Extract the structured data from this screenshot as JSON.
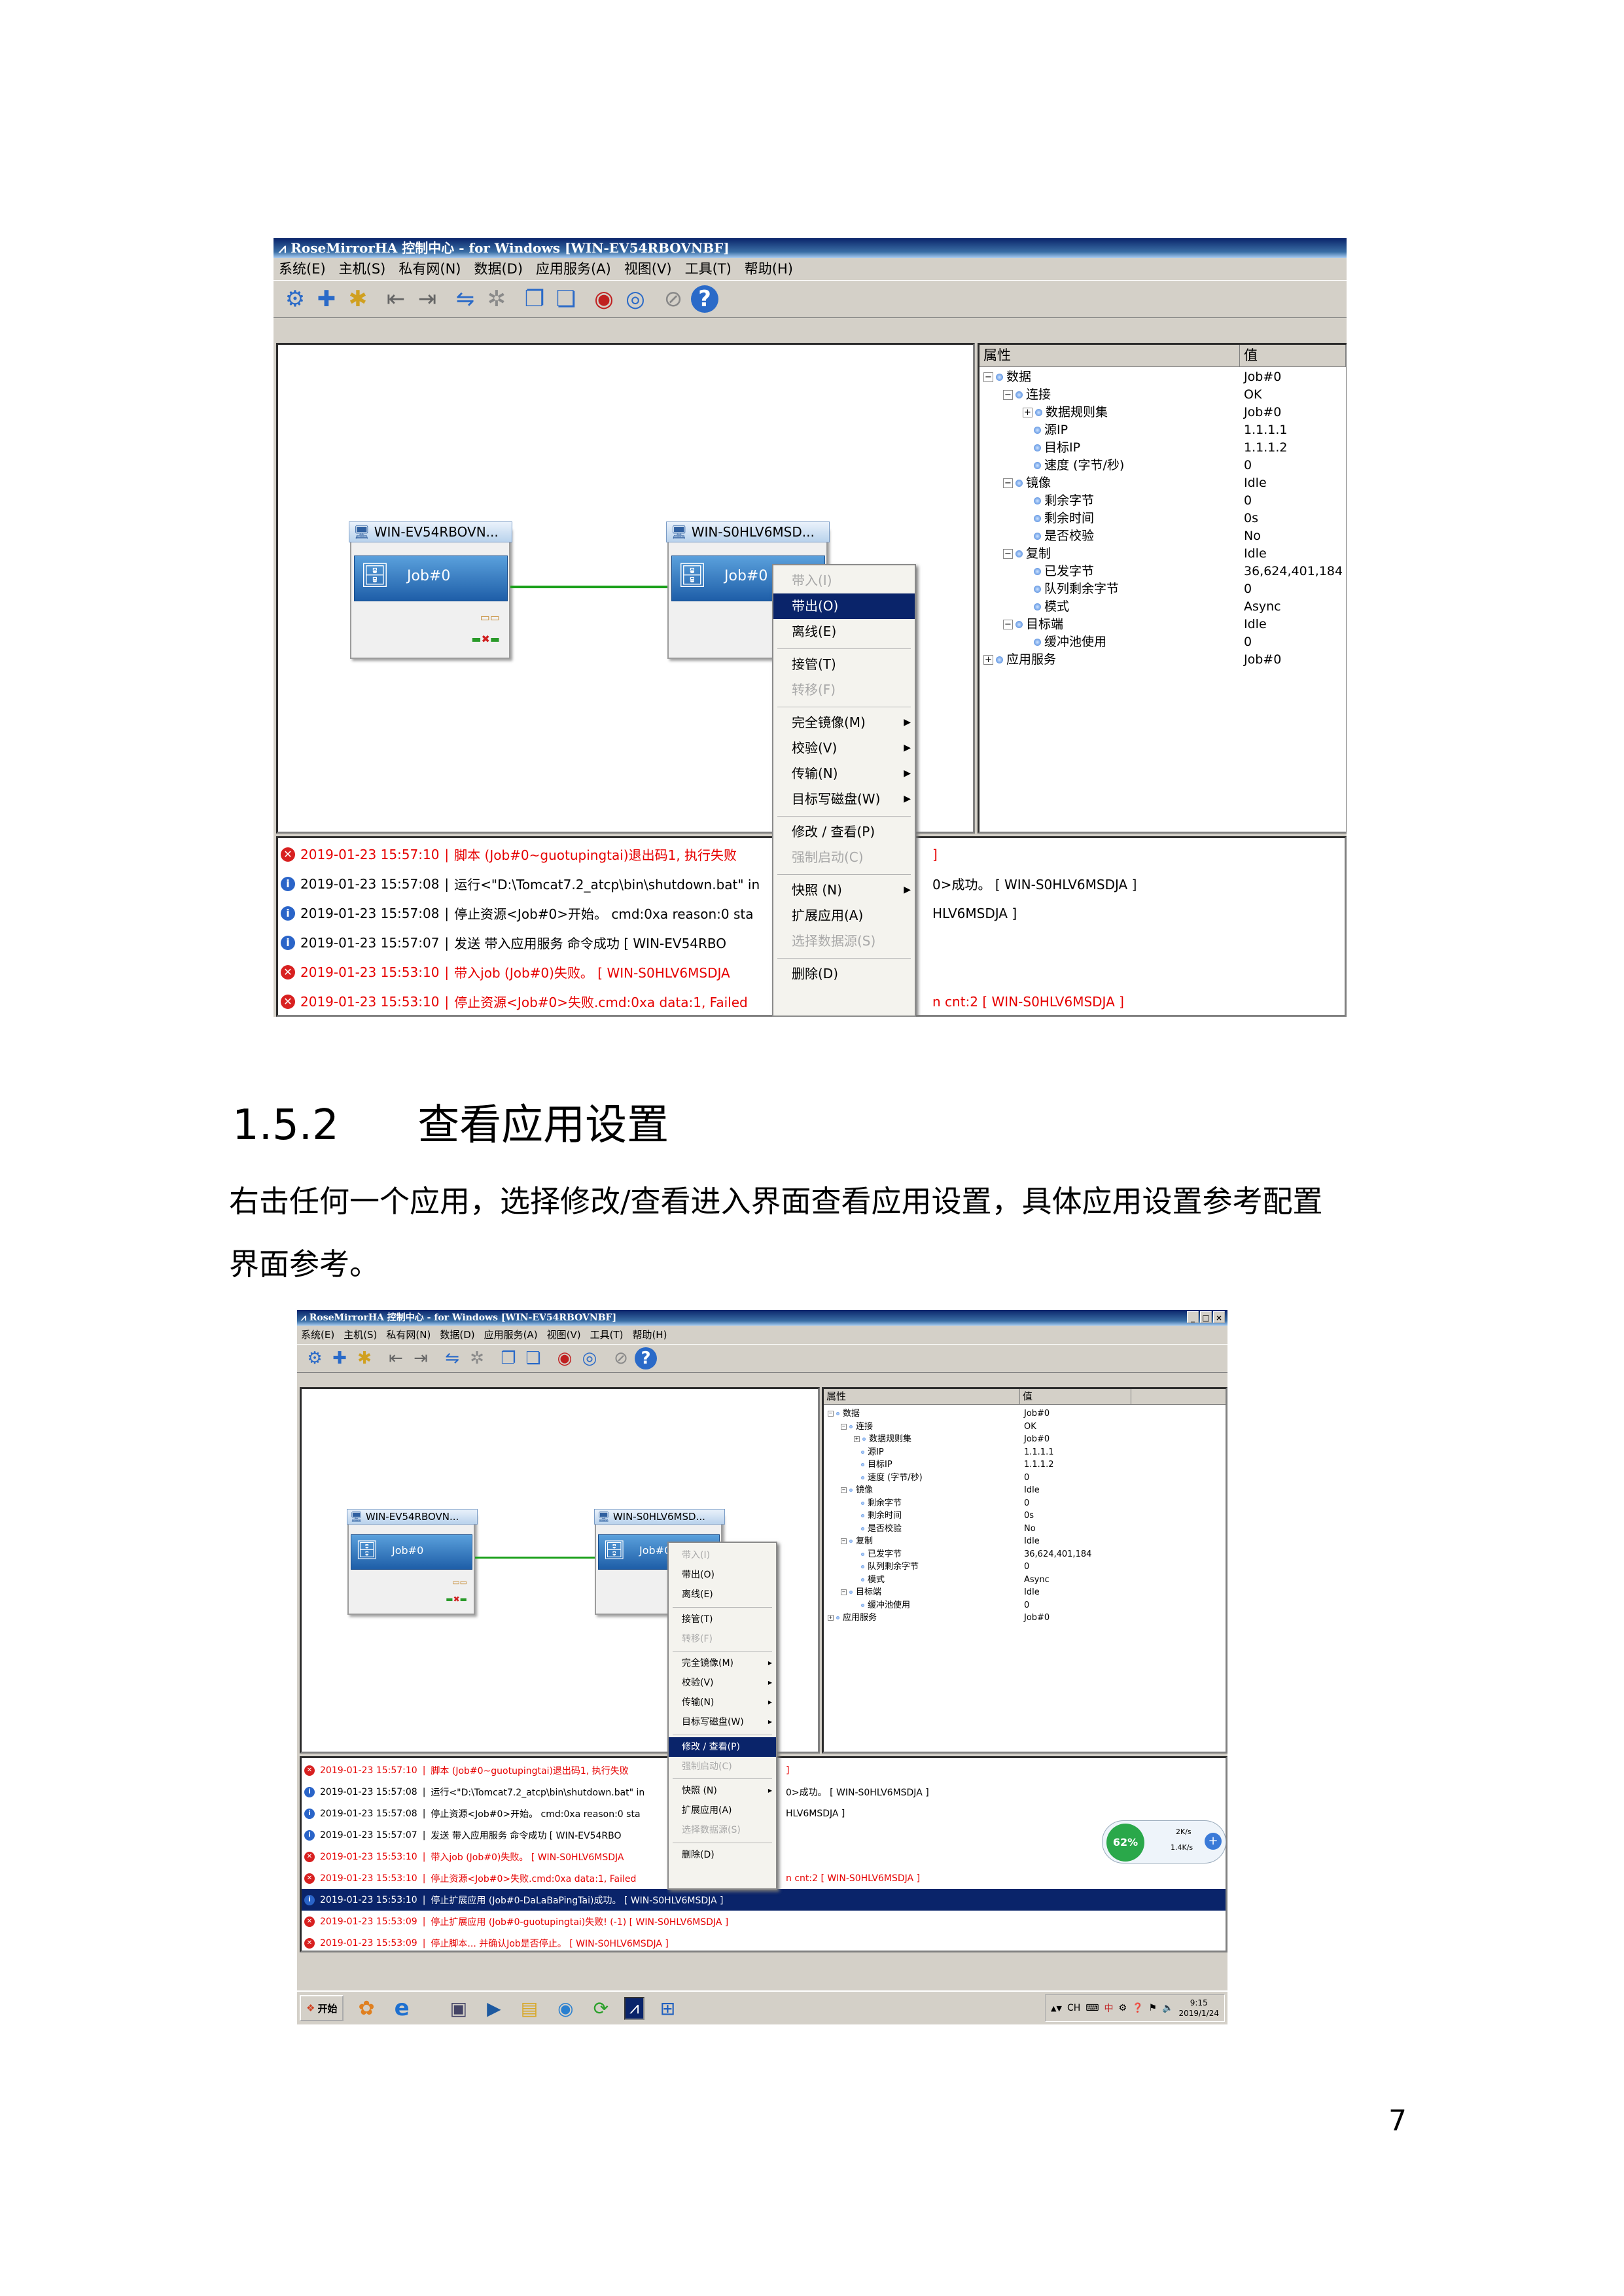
{
  "window_title": "RoseMirrorHA 控制中心   -  for Windows  [WIN-EV54RBOVNBF]",
  "menu": [
    "系统(E)",
    "主机(S)",
    "私有网(N)",
    "数据(D)",
    "应用服务(A)",
    "视图(V)",
    "工具(T)",
    "帮助(H)"
  ],
  "toolbar_icons": [
    "host-connect-icon",
    "add-host-icon",
    "network-icon",
    "import-icon",
    "export-icon",
    "sync-icon",
    "config-icon",
    "copy-icon",
    "paste-icon",
    "mirror-icon",
    "status-icon",
    "stop-icon",
    "help-icon"
  ],
  "nodes": [
    {
      "host": "WIN-EV54RBOVN...",
      "job": "Job#0"
    },
    {
      "host": "WIN-S0HLV6MSD...",
      "job": "Job#0"
    }
  ],
  "properties": {
    "header": {
      "name": "属性",
      "value": "值"
    },
    "rows": [
      {
        "label": "数据",
        "value": "Job#0",
        "level": 0,
        "toggle": "−"
      },
      {
        "label": "连接",
        "value": "OK",
        "level": 1,
        "toggle": "−"
      },
      {
        "label": "数据规则集",
        "value": "Job#0",
        "level": 2,
        "toggle": "+"
      },
      {
        "label": "源IP",
        "value": "1.1.1.1",
        "level": 2,
        "toggle": ""
      },
      {
        "label": "目标IP",
        "value": "1.1.1.2",
        "level": 2,
        "toggle": ""
      },
      {
        "label": "速度 (字节/秒)",
        "value": "0",
        "level": 2,
        "toggle": ""
      },
      {
        "label": "镜像",
        "value": "Idle",
        "level": 1,
        "toggle": "−"
      },
      {
        "label": "剩余字节",
        "value": "0",
        "level": 2,
        "toggle": ""
      },
      {
        "label": "剩余时间",
        "value": "0s",
        "level": 2,
        "toggle": ""
      },
      {
        "label": "是否校验",
        "value": "No",
        "level": 2,
        "toggle": ""
      },
      {
        "label": "复制",
        "value": "Idle",
        "level": 1,
        "toggle": "−"
      },
      {
        "label": "已发字节",
        "value": "36,624,401,184",
        "level": 2,
        "toggle": ""
      },
      {
        "label": "队列剩余字节",
        "value": "0",
        "level": 2,
        "toggle": ""
      },
      {
        "label": "模式",
        "value": "Async",
        "level": 2,
        "toggle": ""
      },
      {
        "label": "目标端",
        "value": "Idle",
        "level": 1,
        "toggle": "−"
      },
      {
        "label": "缓冲池使用",
        "value": "0",
        "level": 2,
        "toggle": ""
      },
      {
        "label": "应用服务",
        "value": "Job#0",
        "level": 0,
        "toggle": "+"
      }
    ]
  },
  "context_menu_top": [
    {
      "label": "带入(I)",
      "state": "disabled",
      "sub": false
    },
    {
      "label": "带出(O)",
      "state": "selected",
      "sub": false
    },
    {
      "label": "离线(E)",
      "state": "normal",
      "sub": false
    },
    {
      "sep": true
    },
    {
      "label": "接管(T)",
      "state": "normal",
      "sub": false
    },
    {
      "label": "转移(F)",
      "state": "disabled",
      "sub": false
    },
    {
      "sep": true
    },
    {
      "label": "完全镜像(M)",
      "state": "normal",
      "sub": true
    },
    {
      "label": "校验(V)",
      "state": "normal",
      "sub": true
    },
    {
      "label": "传输(N)",
      "state": "normal",
      "sub": true
    },
    {
      "label": "目标写磁盘(W)",
      "state": "normal",
      "sub": true
    },
    {
      "sep": true
    },
    {
      "label": "修改 / 查看(P)",
      "state": "normal",
      "sub": false
    },
    {
      "label": "强制启动(C)",
      "state": "disabled",
      "sub": false
    },
    {
      "sep": true
    },
    {
      "label": "快照 (N)",
      "state": "normal",
      "sub": true
    },
    {
      "label": "扩展应用(A)",
      "state": "normal",
      "sub": false
    },
    {
      "label": "选择数据源(S)",
      "state": "disabled",
      "sub": false
    },
    {
      "sep": true
    },
    {
      "label": "删除(D)",
      "state": "normal",
      "sub": false
    }
  ],
  "context_menu_bottom": [
    {
      "label": "带入(I)",
      "state": "disabled",
      "sub": false
    },
    {
      "label": "带出(O)",
      "state": "normal",
      "sub": false
    },
    {
      "label": "离线(E)",
      "state": "normal",
      "sub": false
    },
    {
      "sep": true
    },
    {
      "label": "接管(T)",
      "state": "normal",
      "sub": false
    },
    {
      "label": "转移(F)",
      "state": "disabled",
      "sub": false
    },
    {
      "sep": true
    },
    {
      "label": "完全镜像(M)",
      "state": "normal",
      "sub": true
    },
    {
      "label": "校验(V)",
      "state": "normal",
      "sub": true
    },
    {
      "label": "传输(N)",
      "state": "normal",
      "sub": true
    },
    {
      "label": "目标写磁盘(W)",
      "state": "normal",
      "sub": true
    },
    {
      "sep": true
    },
    {
      "label": "修改 / 查看(P)",
      "state": "selected",
      "sub": false
    },
    {
      "label": "强制启动(C)",
      "state": "disabled",
      "sub": false
    },
    {
      "sep": true
    },
    {
      "label": "快照 (N)",
      "state": "normal",
      "sub": true
    },
    {
      "label": "扩展应用(A)",
      "state": "normal",
      "sub": false
    },
    {
      "label": "选择数据源(S)",
      "state": "disabled",
      "sub": false
    },
    {
      "sep": true
    },
    {
      "label": "删除(D)",
      "state": "normal",
      "sub": false
    }
  ],
  "log_top": [
    {
      "type": "error",
      "time": "2019-01-23 15:57:10",
      "pre": "脚本 (Job#0~guotupingtai)退出码1, 执行失败",
      "post": "]"
    },
    {
      "type": "info",
      "time": "2019-01-23 15:57:08",
      "pre": "运行<\"D:\\Tomcat7.2_atcp\\bin\\shutdown.bat\" in",
      "post": "0>成功。  [ WIN-S0HLV6MSDJA ]"
    },
    {
      "type": "info",
      "time": "2019-01-23 15:57:08",
      "pre": "停止资源<Job#0>开始。 cmd:0xa reason:0 sta",
      "post": "HLV6MSDJA ]"
    },
    {
      "type": "info",
      "time": "2019-01-23 15:57:07",
      "pre": "发送 带入应用服务 命令成功   [ WIN-EV54RBO",
      "post": ""
    },
    {
      "type": "error",
      "time": "2019-01-23 15:53:10",
      "pre": "带入job (Job#0)失败。   [ WIN-S0HLV6MSDJA",
      "post": ""
    },
    {
      "type": "error",
      "time": "2019-01-23 15:53:10",
      "pre": "停止资源<Job#0>失败.cmd:0xa data:1, Failed",
      "post": "n cnt:2   [ WIN-S0HLV6MSDJA ]"
    }
  ],
  "log_bottom": [
    {
      "type": "error",
      "time": "2019-01-23 15:57:10",
      "pre": "脚本 (Job#0~guotupingtai)退出码1, 执行失败",
      "post": "]",
      "hl": false
    },
    {
      "type": "info",
      "time": "2019-01-23 15:57:08",
      "pre": "运行<\"D:\\Tomcat7.2_atcp\\bin\\shutdown.bat\" in",
      "post": "0>成功。  [ WIN-S0HLV6MSDJA ]",
      "hl": false
    },
    {
      "type": "info",
      "time": "2019-01-23 15:57:08",
      "pre": "停止资源<Job#0>开始。 cmd:0xa reason:0 sta",
      "post": "HLV6MSDJA ]",
      "hl": false
    },
    {
      "type": "info",
      "time": "2019-01-23 15:57:07",
      "pre": "发送 带入应用服务 命令成功   [ WIN-EV54RBO",
      "post": "",
      "hl": false
    },
    {
      "type": "error",
      "time": "2019-01-23 15:53:10",
      "pre": "带入job (Job#0)失败。   [ WIN-S0HLV6MSDJA",
      "post": "",
      "hl": false
    },
    {
      "type": "error",
      "time": "2019-01-23 15:53:10",
      "pre": "停止资源<Job#0>失败.cmd:0xa data:1, Failed",
      "post": "n cnt:2   [ WIN-S0HLV6MSDJA ]",
      "hl": false
    },
    {
      "type": "info",
      "time": "2019-01-23 15:53:10",
      "pre": "停止扩展应用 (Job#0-DaLaBaPingTai)成功。   [ WIN-S0HLV6MSDJA ]",
      "post": "",
      "hl": true
    },
    {
      "type": "error",
      "time": "2019-01-23 15:53:09",
      "pre": "停止扩展应用 (Job#0-guotupingtai)失败! (-1)   [ WIN-S0HLV6MSDJA ]",
      "post": "",
      "hl": false
    },
    {
      "type": "error",
      "time": "2019-01-23 15:53:09",
      "pre": "停止脚本... 并确认Job是否停止。  [ WIN-S0HLV6MSDJA ]",
      "post": "",
      "hl": false
    }
  ],
  "window_controls": [
    "_",
    "□",
    "×"
  ],
  "net_widget": {
    "percent": "62%",
    "up": "2K/s",
    "down": "1.4K/s"
  },
  "taskbar": {
    "start": "开始",
    "lang": "CH",
    "ime": "中",
    "time": "9:15",
    "date": "2019/1/24"
  },
  "section": {
    "number": "1.5.2",
    "title": "查看应用设置"
  },
  "paragraph": [
    "右击任何一个应用，选择修改/查看进入界面查看应用设置，具体应用设置参考配置",
    "界面参考。"
  ],
  "page_number": "7"
}
